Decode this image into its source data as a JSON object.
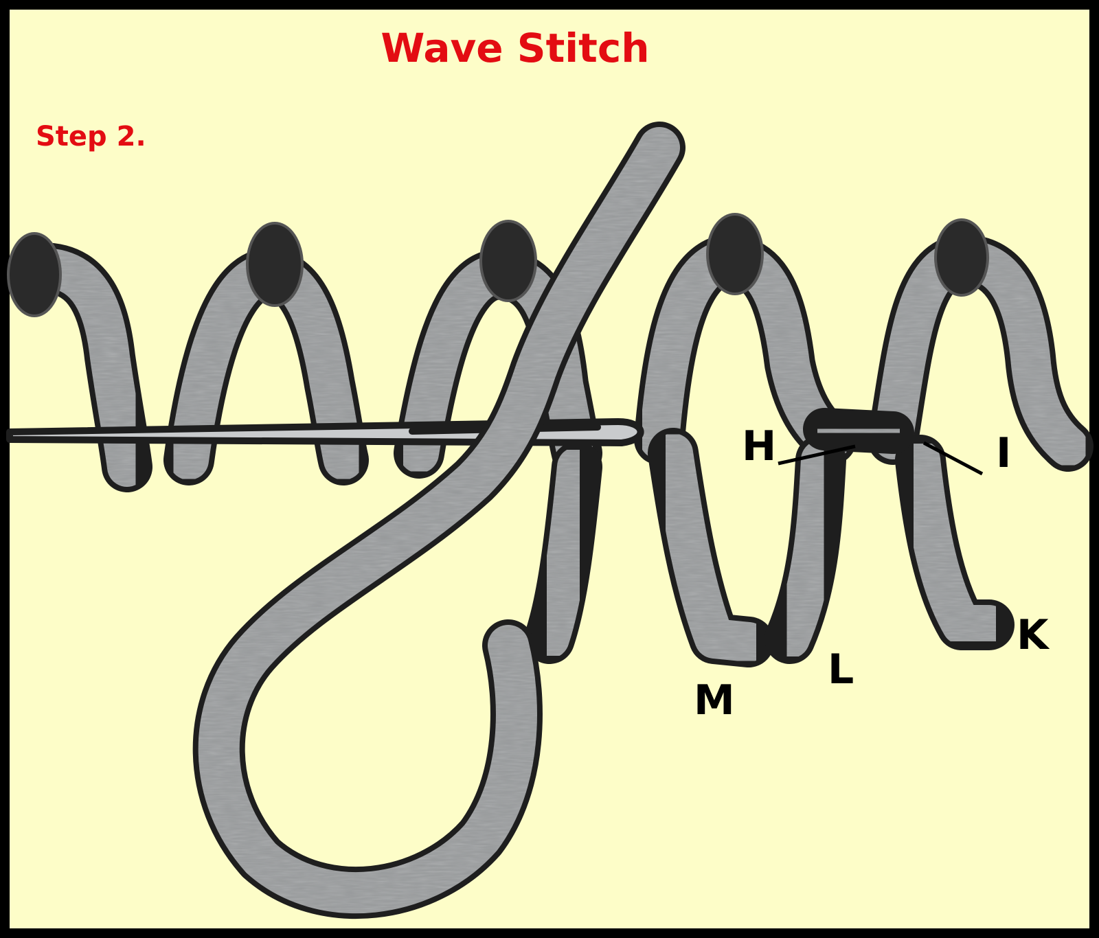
{
  "title": "Wave Stitch",
  "step": "Step 2.",
  "labels": {
    "H": "H",
    "I": "I",
    "K": "K",
    "L": "L",
    "M": "M"
  },
  "colors": {
    "background": "#fdfdc8",
    "title": "#e30c12",
    "thread_fill": "#9a9c9e",
    "thread_outline": "#1e1e1e",
    "knot": "#2a2a2a",
    "border": "#000000"
  },
  "icons": [
    "needle-icon",
    "thread-icon"
  ]
}
